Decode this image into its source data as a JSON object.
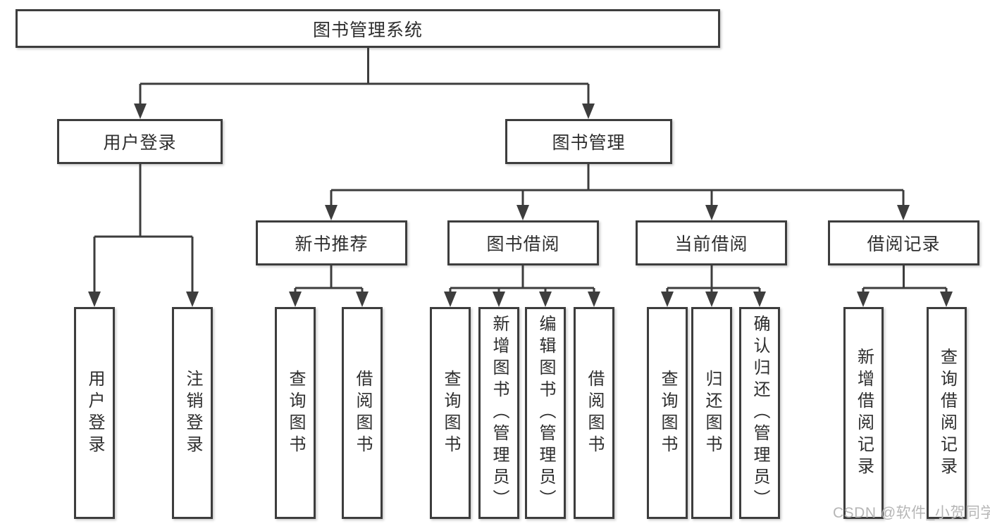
{
  "nodes": {
    "root": {
      "label": "图书管理系统"
    },
    "user_login": {
      "label": "用户登录"
    },
    "book_management": {
      "label": "图书管理"
    },
    "new_book_recommend": {
      "label": "新书推荐"
    },
    "book_borrow": {
      "label": "图书借阅"
    },
    "current_borrow": {
      "label": "当前借阅"
    },
    "borrow_record": {
      "label": "借阅记录"
    },
    "leaf_user_login": {
      "label": "用户登录"
    },
    "leaf_logout": {
      "label": "注销登录"
    },
    "leaf_query_book_1": {
      "label": "查询图书"
    },
    "leaf_borrow_book_1": {
      "label": "借阅图书"
    },
    "leaf_query_book_2": {
      "label": "查询图书"
    },
    "leaf_add_book": {
      "label": "新增图书（管理员）"
    },
    "leaf_edit_book": {
      "label": "编辑图书（管理员）"
    },
    "leaf_borrow_book_2": {
      "label": "借阅图书"
    },
    "leaf_query_book_3": {
      "label": "查询图书"
    },
    "leaf_return_book": {
      "label": "归还图书"
    },
    "leaf_confirm_return": {
      "label": "确认归还（管理员）"
    },
    "leaf_add_borrow_record": {
      "label": "新增借阅记录"
    },
    "leaf_query_borrow_record": {
      "label": "查询借阅记录"
    }
  },
  "watermark": {
    "text": "CSDN @软件_小贺同学"
  },
  "colors": {
    "line": "#3d3d3d",
    "box_border": "#3d3d3d",
    "text": "#2e2e2e",
    "watermark": "#b6b6b6",
    "background": "#ffffff"
  }
}
